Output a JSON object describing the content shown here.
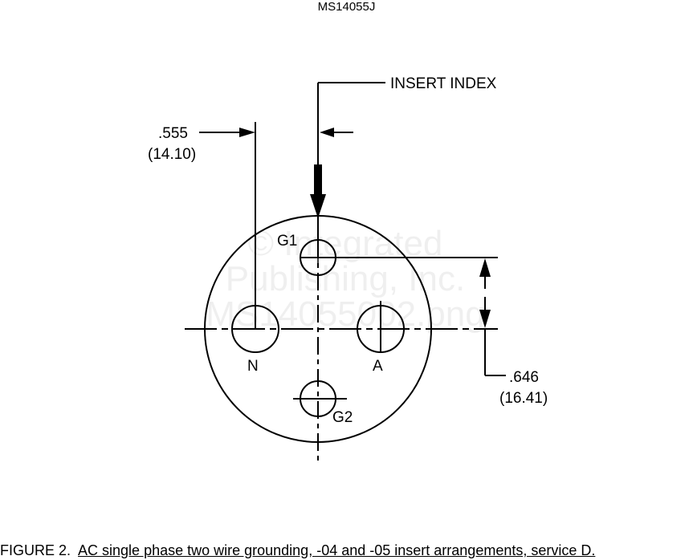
{
  "header": {
    "doc_number": "MS14055J"
  },
  "drawing": {
    "insert_index_label": "INSERT INDEX",
    "dim_horizontal": {
      "inch": ".555",
      "mm": "(14.10)"
    },
    "dim_vertical": {
      "inch": ".646",
      "mm": "(16.41)"
    },
    "contacts": {
      "g1": "G1",
      "g2": "G2",
      "n": "N",
      "a": "A"
    },
    "watermark": [
      "© Integrated",
      "Publishing, Inc.",
      "MS14055002.png"
    ]
  },
  "caption": {
    "figure_label": "FIGURE 2.",
    "text": "AC single phase two wire grounding, -04 and -05 insert arrangements, service D."
  }
}
